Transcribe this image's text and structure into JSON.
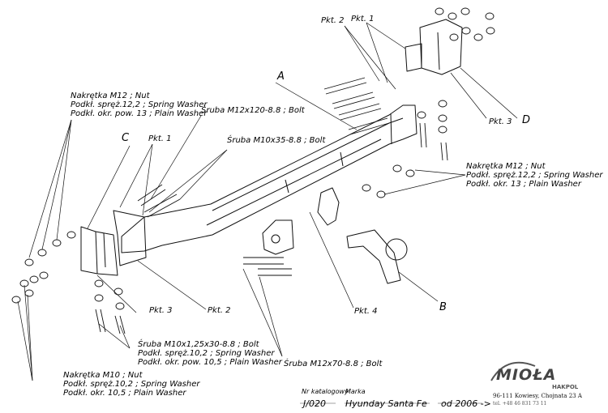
{
  "parts": {
    "nut_m12_top": [
      "Nakrętka M12 ; Nut",
      "Podkł. spręż.12,2 ; Spring Washer",
      "Podkł. okr. pow. 13 ; Plain Washer"
    ],
    "bolt_m12x120": "Śruba M12x120-8.8 ; Bolt",
    "bolt_m10x35": "Śruba M10x35-8.8 ; Bolt",
    "nut_m12_right": [
      "Nakrętka M12 ; Nut",
      "Podkł. spręż.12,2 ; Spring Washer",
      "Podkł. okr. 13 ; Plain Washer"
    ],
    "bolt_m10x125": [
      "Śruba M10x1,25x30-8.8 ; Bolt",
      "Podkł. spręż.10,2 ; Spring Washer",
      "Podkł. okr. pow. 10,5 ; Plain Washer"
    ],
    "nut_m10": [
      "Nakrętka M10 ; Nut",
      "Podkł. spręż.10,2 ; Spring Washer",
      "Podkł. okr. 10,5 ; Plain Washer"
    ],
    "bolt_m12x70": "Śruba M12x70-8.8 ; Bolt"
  },
  "points": {
    "pkt1_top": "Pkt. 1",
    "pkt2_top": "Pkt. 2",
    "pkt1_left": "Pkt. 1",
    "pkt3_right": "Pkt. 3",
    "pkt3_left": "Pkt. 3",
    "pkt2_left": "Pkt. 2",
    "pkt4": "Pkt. 4"
  },
  "letters": {
    "A": "A",
    "B": "B",
    "C": "C",
    "D": "D"
  },
  "footer": {
    "catalog_label": "Nr katalogowy",
    "catalog_value": "J/020",
    "make_label": "Marka",
    "make_value": "Hyunday Santa Fe",
    "from_value": "od  2006 ->"
  },
  "brand": {
    "name": "MIOŁA",
    "sub": "HAKPOL",
    "address": "96-111 Kowiesy, Chojnata 23 A",
    "phone": "tel. +48 46 831 73 11"
  }
}
